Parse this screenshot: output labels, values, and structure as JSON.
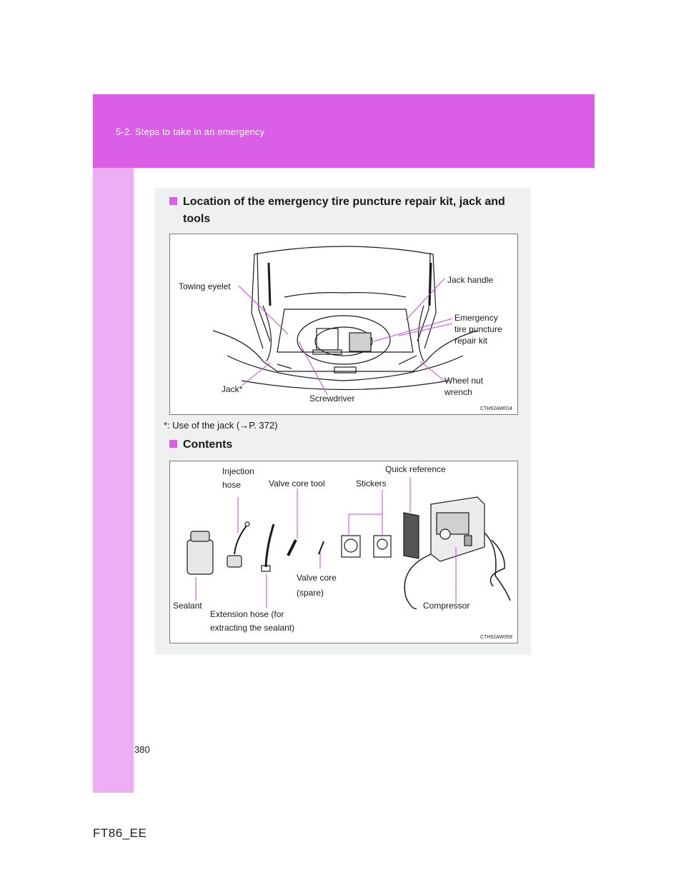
{
  "header": {
    "section_title": "5-2. Steps to take in an emergency"
  },
  "location_section": {
    "heading": "Location of the emergency tire puncture repair kit, jack and tools",
    "heading_line1": "Location of the emergency tire puncture repair kit, jack and",
    "heading_line2": "tools",
    "figure_code": "CTH52AW014",
    "labels": {
      "towing_eyelet": "Towing eyelet",
      "jack_handle": "Jack handle",
      "emergency_kit_1": "Emergency",
      "emergency_kit_2": "tire puncture",
      "emergency_kit_3": "repair kit",
      "wheel_nut_wrench_1": "Wheel nut",
      "wheel_nut_wrench_2": "wrench",
      "jack": "Jack*",
      "screwdriver": "Screwdriver"
    },
    "note": "*: Use of the jack (→P. 372)"
  },
  "contents_section": {
    "heading": "Contents",
    "figure_code": "CTH52AW059",
    "labels": {
      "injection_hose_1": "Injection",
      "injection_hose_2": "hose",
      "valve_core_tool": "Valve core tool",
      "stickers": "Stickers",
      "quick_reference": "Quick reference",
      "valve_core_1": "Valve core",
      "valve_core_2": "(spare)",
      "sealant": "Sealant",
      "extension_hose_1": "Extension hose (for",
      "extension_hose_2": "extracting the sealant)",
      "compressor": "Compressor"
    }
  },
  "page": {
    "number": "380",
    "footer_code": "FT86_EE"
  },
  "colors": {
    "accent": "#db5ee6",
    "sidebar": "#edaef3",
    "panel": "#eff0f0",
    "leader": "#c44ad6"
  }
}
